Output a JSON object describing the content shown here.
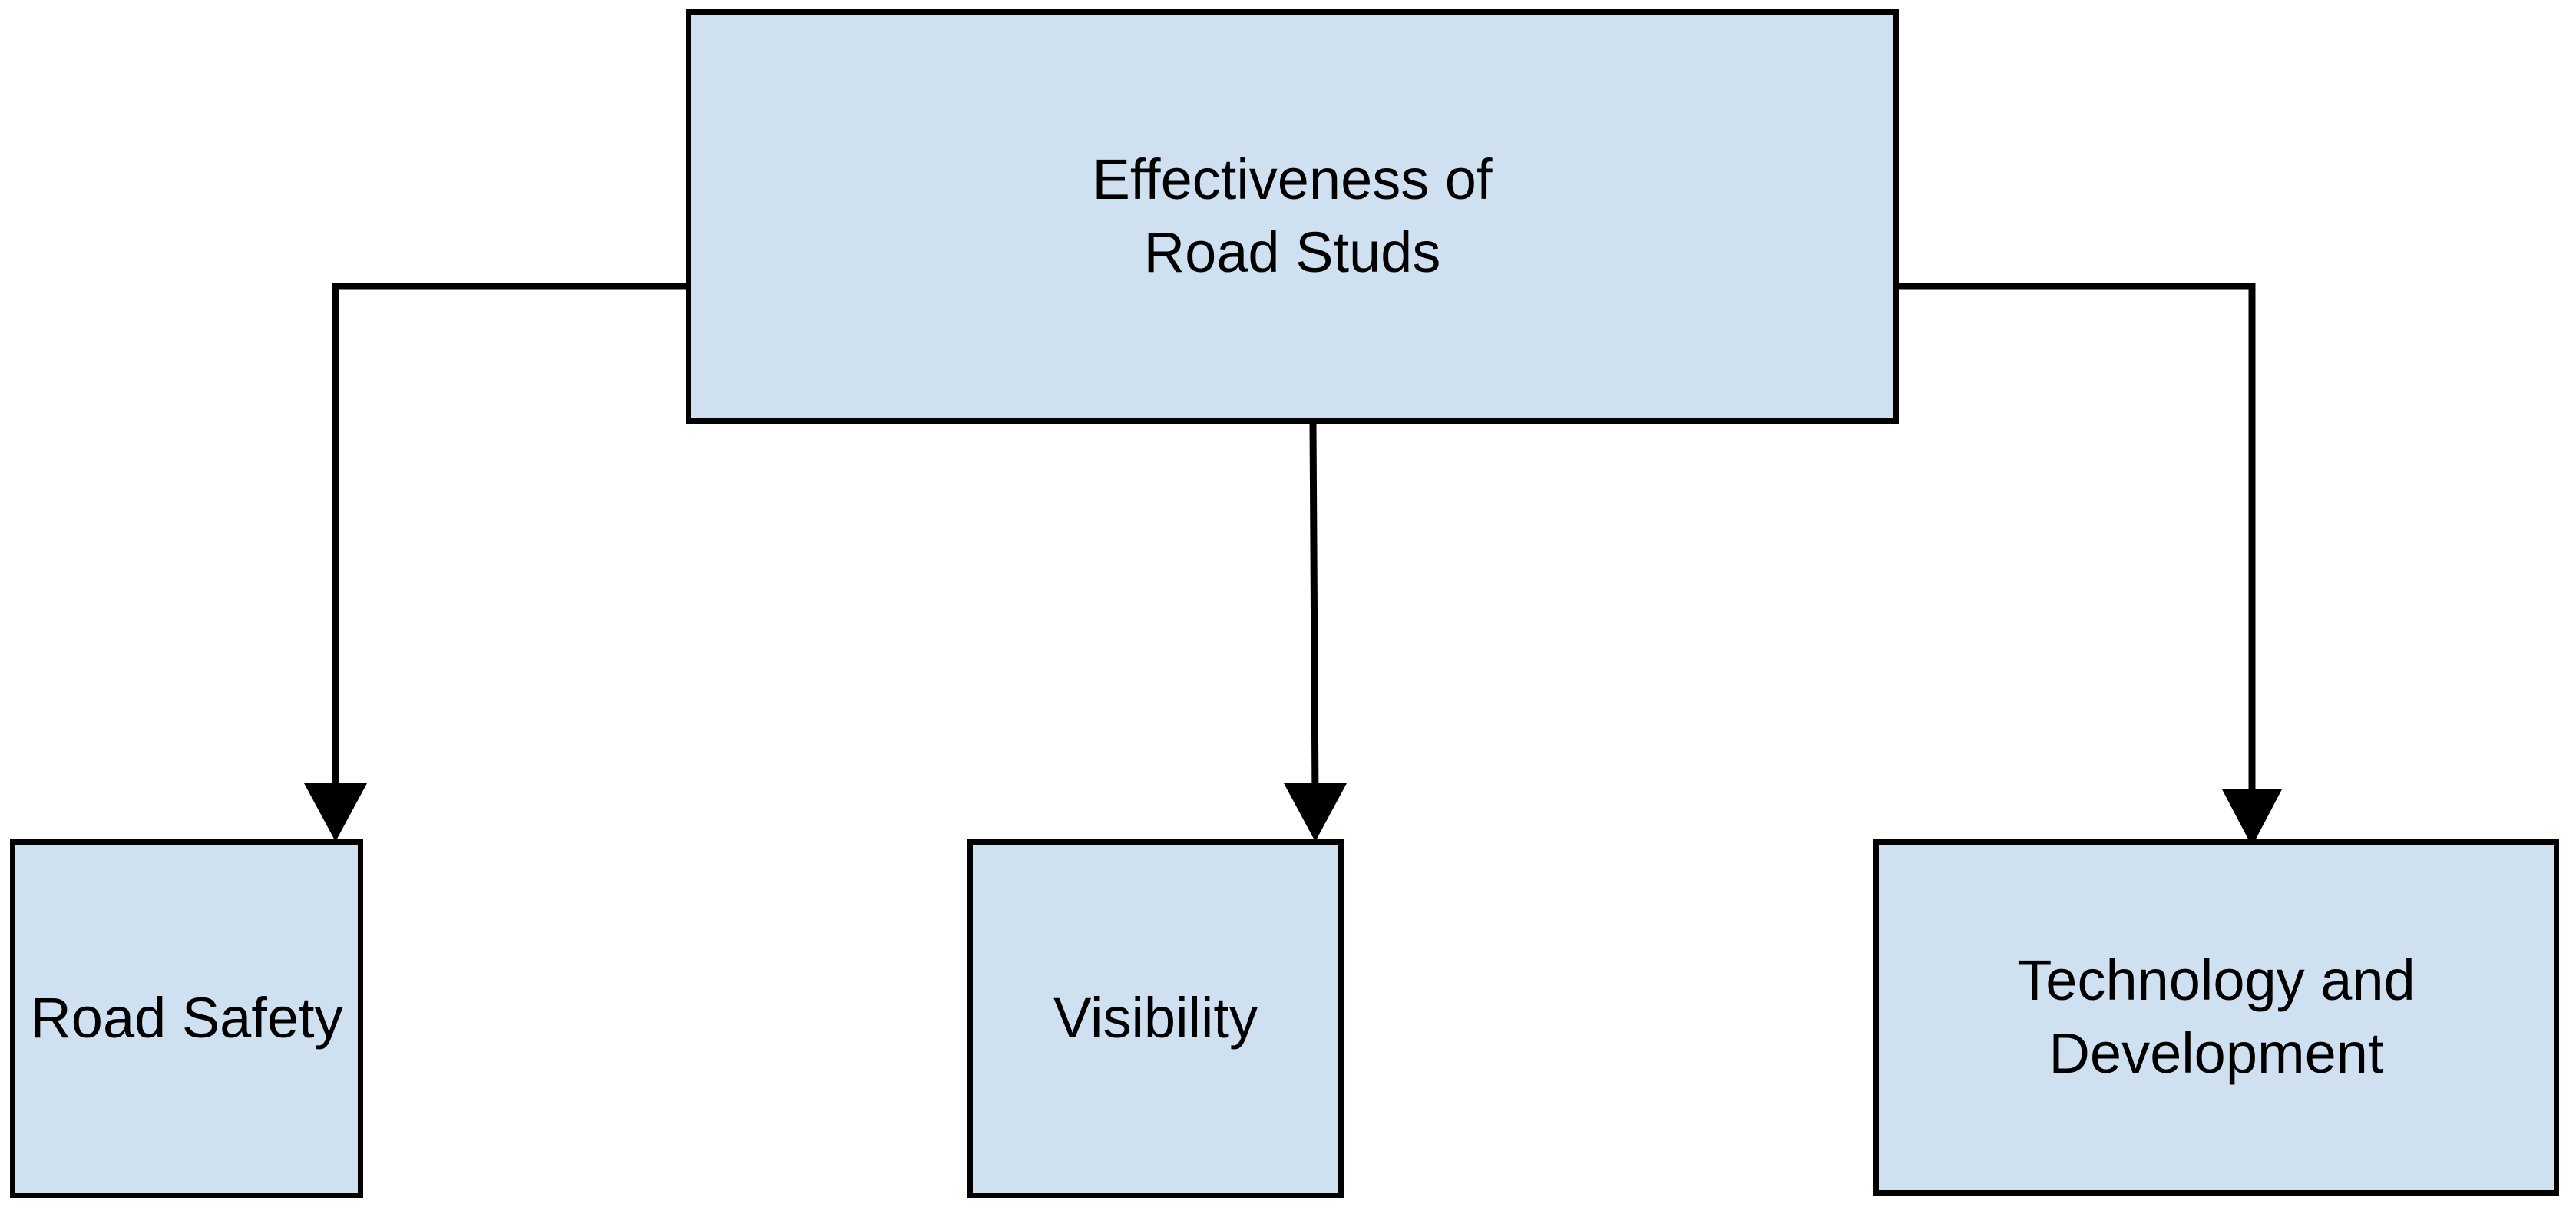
{
  "diagram": {
    "title": "Effectiveness of Road Studs",
    "type": "hierarchy-tree",
    "colors": {
      "node_fill": "#cfe0f1",
      "node_border": "#000000",
      "edge": "#000000",
      "text": "#000000",
      "background": "#ffffff"
    },
    "root": {
      "id": "effectiveness-of-road-studs",
      "label": "Effectiveness of\nRoad Studs",
      "line1": "Effectiveness of",
      "line2": "Road Studs"
    },
    "children": [
      {
        "id": "road-safety",
        "label": "Road Safety",
        "connector": "elbow-left"
      },
      {
        "id": "visibility",
        "label": "Visibility",
        "connector": "straight-down"
      },
      {
        "id": "technology-and-development",
        "label": "Technology and\nDevelopment",
        "line1": "Technology and",
        "line2": "Development",
        "connector": "elbow-right"
      }
    ],
    "edges": [
      {
        "from": "effectiveness-of-road-studs",
        "to": "road-safety",
        "arrow": "down"
      },
      {
        "from": "effectiveness-of-road-studs",
        "to": "visibility",
        "arrow": "down"
      },
      {
        "from": "effectiveness-of-road-studs",
        "to": "technology-and-development",
        "arrow": "down"
      }
    ]
  }
}
